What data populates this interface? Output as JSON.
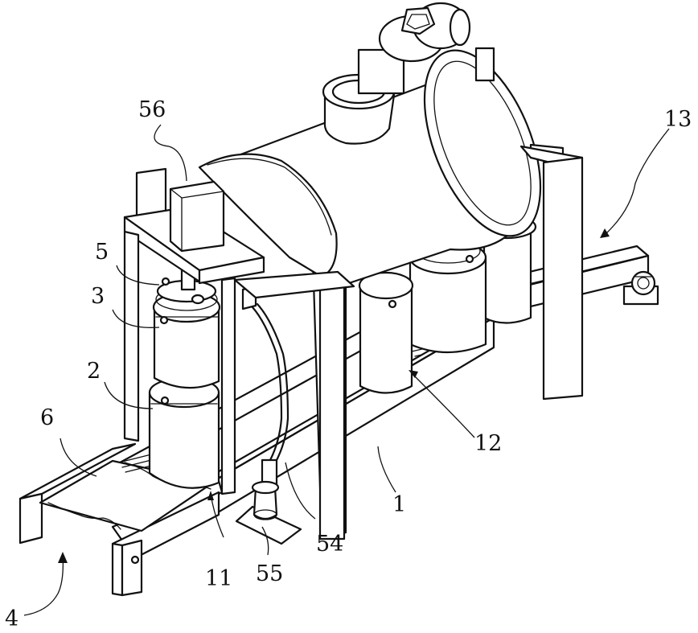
{
  "labels": {
    "frame": "1",
    "lower_drum": "2",
    "upper_drum": "3",
    "front_conveyor": "4",
    "lid_assembly": "5",
    "tray": "6",
    "front_gap": "11",
    "rear_gap": "12",
    "rear_conveyor": "13",
    "hose": "54",
    "nozzle_base": "55",
    "press_motor": "56"
  },
  "colors": {
    "line": "#111111",
    "background": "#ffffff"
  }
}
